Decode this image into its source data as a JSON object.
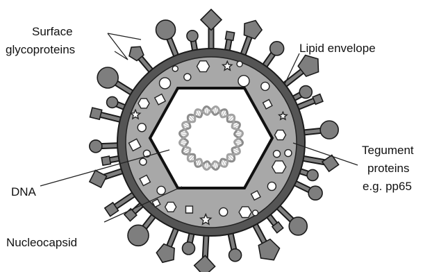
{
  "labels": {
    "surface_glycoproteins_line1": "Surface",
    "surface_glycoproteins_line2": "glycoproteins",
    "lipid_envelope": "Lipid envelope",
    "tegument_line1": "Tegument",
    "tegument_line2": "proteins",
    "tegument_line3": "e.g. pp65",
    "dna": "DNA",
    "nucleocapsid": "Nucleocapsid"
  },
  "colors": {
    "background": "#ffffff",
    "envelope": "#555555",
    "tegument": "#a8a8a8",
    "glycoprotein": "#7e7e7e",
    "outline": "#1a1a1a",
    "capsid_fill": "#ffffff",
    "dna": "#9a9a9a"
  }
}
